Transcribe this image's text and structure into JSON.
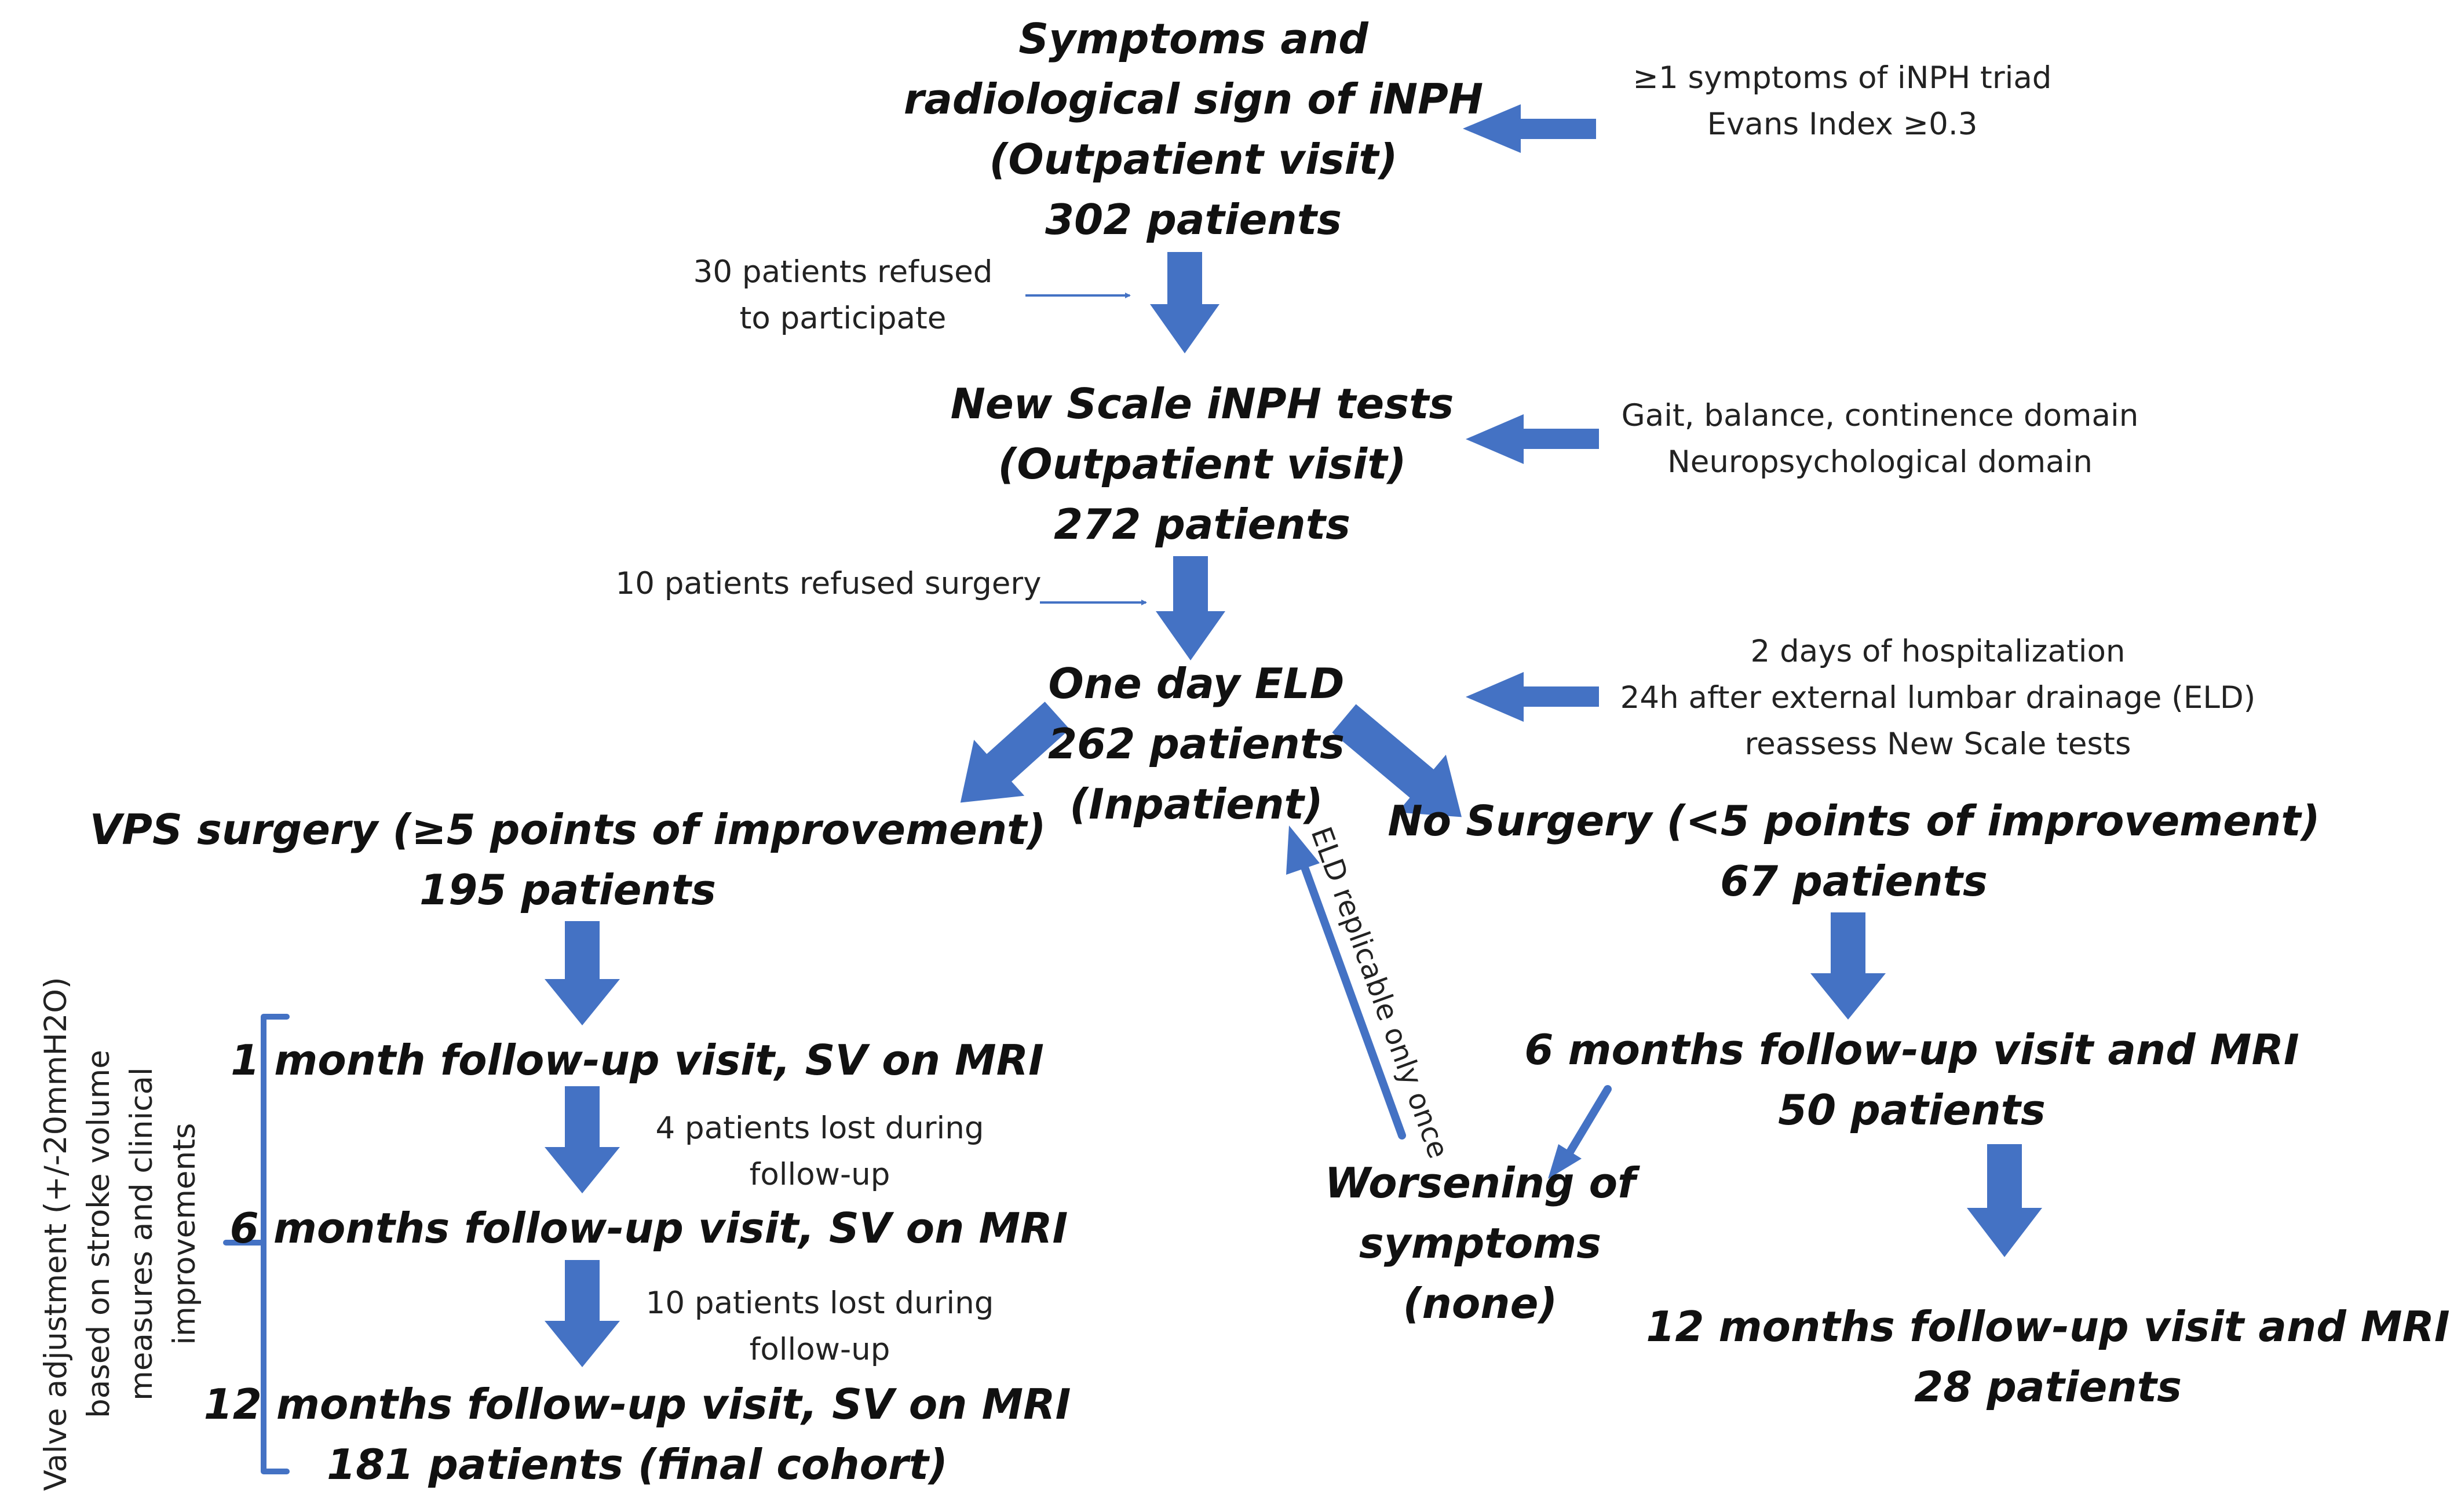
{
  "colors": {
    "arrow": "#4472C4",
    "text": "#111111"
  },
  "nodes": {
    "symptoms": [
      "Symptoms and",
      "radiological sign of iNPH",
      "(Outpatient visit)",
      "302 patients"
    ],
    "new_scale": [
      "New Scale iNPH tests",
      "(Outpatient visit)",
      "272 patients"
    ],
    "eld": [
      "One day ELD",
      "262 patients",
      "(Inpatient)"
    ],
    "vps": [
      "VPS surgery (≥5 points of improvement)",
      "195 patients"
    ],
    "no_surgery": [
      "No Surgery (<5 points of improvement)",
      "67 patients"
    ],
    "vps_1m": [
      "1 month follow-up visit, SV on MRI"
    ],
    "vps_6m": [
      "6 months follow-up visit, SV on MRI"
    ],
    "vps_12m": [
      "12 months follow-up visit, SV on MRI",
      "181 patients (final cohort)"
    ],
    "ns_6m": [
      "6 months follow-up visit and MRI",
      "50  patients"
    ],
    "worsening": [
      "Worsening of",
      "symptoms",
      "(none)"
    ],
    "ns_12m": [
      "12 months follow-up visit and MRI",
      "28 patients"
    ]
  },
  "notes": {
    "criteria": [
      "≥1 symptoms of iNPH triad",
      "Evans Index ≥0.3"
    ],
    "refused_participate": [
      "30 patients refused",
      "to participate"
    ],
    "domains": [
      "Gait, balance, continence domain",
      "Neuropsychological domain"
    ],
    "refused_surgery": [
      "10 patients refused surgery"
    ],
    "eld_info": [
      "2 days of hospitalization",
      "24h after external lumbar drainage (ELD)",
      "reassess New Scale tests"
    ],
    "lost_4": [
      "4 patients lost during",
      "follow-up"
    ],
    "lost_10": [
      "10 patients lost during",
      "follow-up"
    ]
  },
  "side_label": [
    "Valve adjustment (+/-20mmH2O)",
    "based on stroke volume",
    "measures and clinical",
    "improvements"
  ],
  "eld_replicable_label": "ELD replicable only once"
}
